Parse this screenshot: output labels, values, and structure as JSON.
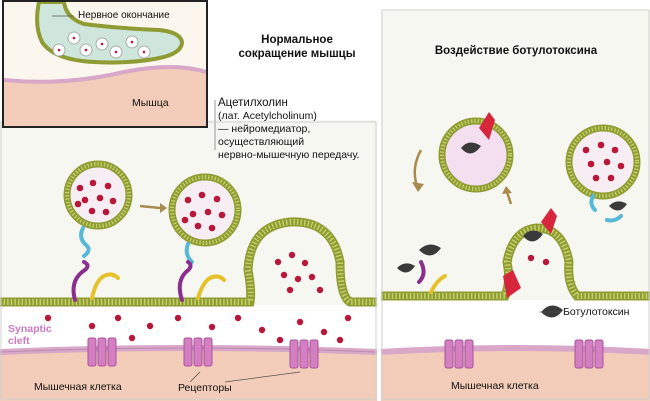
{
  "inset": {
    "nerve_label": "Нервное окончание",
    "muscle_label": "Мышца"
  },
  "left_panel": {
    "title_line1": "Нормальное",
    "title_line2": "сокращение мышцы",
    "ach_line1": "Ацетилхолин",
    "ach_line2": "(лат. Acetylcholinum)",
    "ach_line3": "— нейромедиатор,",
    "ach_line4": "осуществляющий",
    "ach_line5": "нервно-мышечную передачу.",
    "cleft_line1": "Synaptic",
    "cleft_line2": "cleft",
    "muscle_cell": "Мышечная клетка",
    "receptors": "Рецепторы"
  },
  "right_panel": {
    "title": "Воздействие ботулотоксина",
    "toxin_label": "Ботулотоксин",
    "muscle_cell": "Мышечная клетка"
  },
  "colors": {
    "membrane": "#a8b845",
    "vesicle_fill": "#f6eef3",
    "ach_dot": "#b8173a",
    "muscle_fill": "#f3cdb9",
    "receptor": "#d47fc2",
    "toxin_red": "#d6263b",
    "toxin_dark": "#3a3a3a",
    "cleft_text": "#c97ac0"
  }
}
